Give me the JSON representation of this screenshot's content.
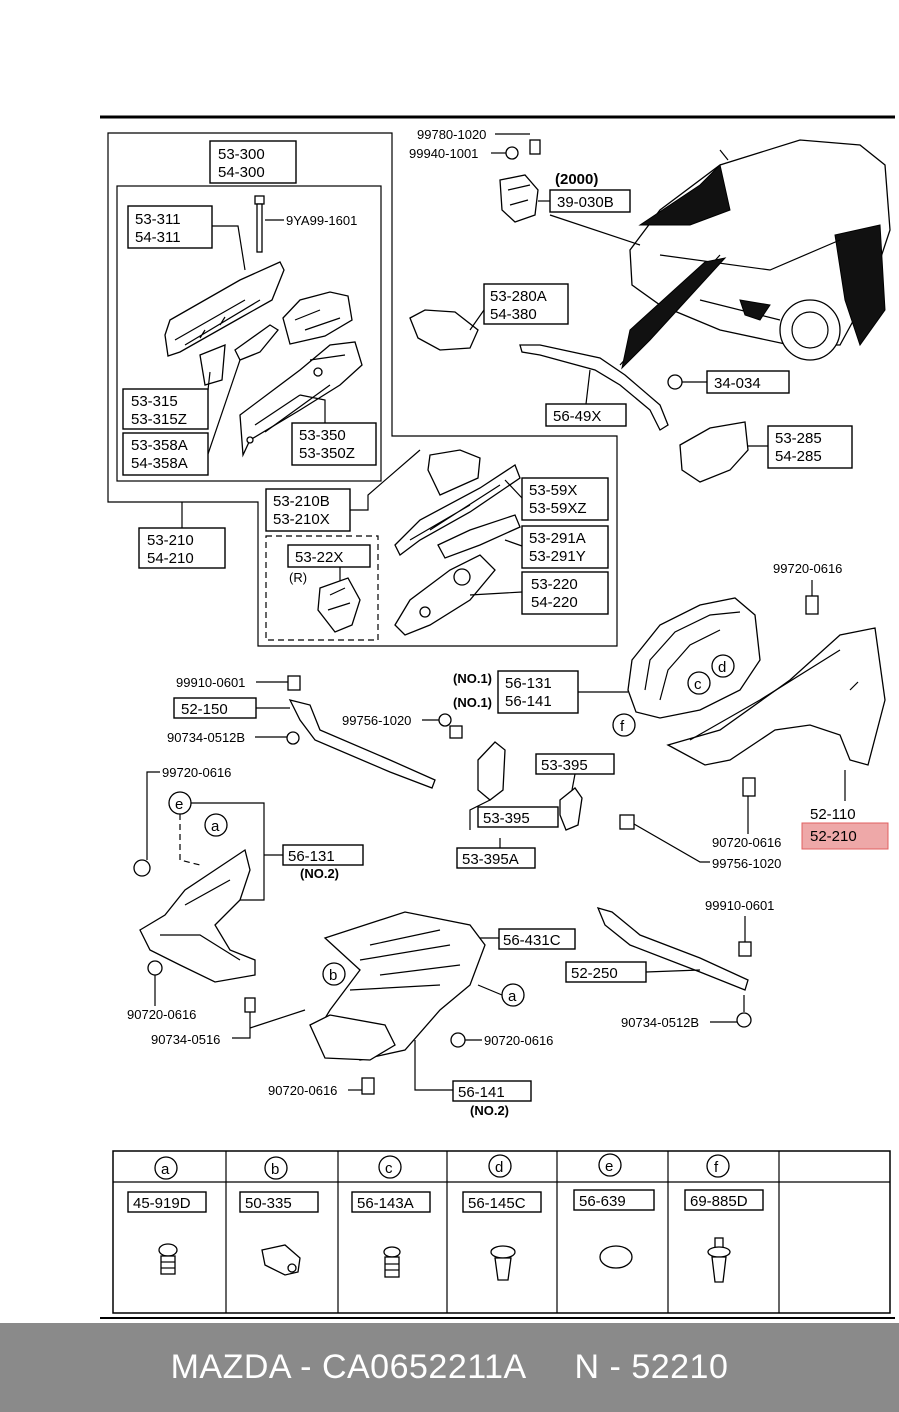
{
  "labels": {
    "p53_300": "53-300",
    "p54_300": "54-300",
    "p53_311": "53-311",
    "p54_311": "54-311",
    "p9ya99": "9YA99-1601",
    "p53_315": "53-315",
    "p53_315z": "53-315Z",
    "p53_358a": "53-358A",
    "p54_358a": "54-358A",
    "p53_350": "53-350",
    "p53_350z": "53-350Z",
    "p53_210b": "53-210B",
    "p53_210x": "53-210X",
    "p53_22x": "53-22X",
    "r_mark": "(R)",
    "p53_210": "53-210",
    "p54_210": "54-210",
    "p53_59x": "53-59X",
    "p53_59xz": "53-59XZ",
    "p53_291a": "53-291A",
    "p53_291y": "53-291Y",
    "p53_220": "53-220",
    "p54_220": "54-220",
    "b99780": "99780-1020",
    "b99940": "99940-1001",
    "year2000": "(2000)",
    "p39_030b": "39-030B",
    "p53_280a": "53-280A",
    "p54_380": "54-380",
    "p56_49x": "56-49X",
    "p34_034": "34-034",
    "p53_285": "53-285",
    "p54_285": "54-285",
    "b99720_0616a": "99720-0616",
    "no1a": "(NO.1)",
    "no1b": "(NO.1)",
    "p56_131a": "56-131",
    "p56_141a": "56-141",
    "p52_110": "52-110",
    "p52_210": "52-210",
    "b90720_0616a": "90720-0616",
    "b99756_1020b": "99756-1020",
    "b99910_0601a": "99910-0601",
    "p52_150": "52-150",
    "b90734_0512ba": "90734-0512B",
    "b99756_1020a": "99756-1020",
    "p53_395a": "53-395",
    "p53_395b": "53-395",
    "p53_395a2": "53-395A",
    "b99720_0616b": "99720-0616",
    "p56_131b": "56-131",
    "no2a": "(NO.2)",
    "p56_431c": "56-431C",
    "b90720_0616b": "90720-0616",
    "b90734_0516": "90734-0516",
    "b90720_0616c": "90720-0616",
    "b90720_0616d": "90720-0616",
    "p56_141b": "56-141",
    "no2b": "(NO.2)",
    "b99910_0601b": "99910-0601",
    "p52_250": "52-250",
    "b90734_0512bb": "90734-0512B"
  },
  "callouts": {
    "a": "a",
    "b": "b",
    "c": "c",
    "d": "d",
    "e": "e",
    "f": "f"
  },
  "legend": [
    {
      "letter": "a",
      "part": "45-919D",
      "icon": "push-clip-icon"
    },
    {
      "letter": "b",
      "part": "50-335",
      "icon": "nut-clip-icon"
    },
    {
      "letter": "c",
      "part": "56-143A",
      "icon": "push-clip-icon"
    },
    {
      "letter": "d",
      "part": "56-145C",
      "icon": "rivet-clip-icon"
    },
    {
      "letter": "e",
      "part": "56-639",
      "icon": "plug-cap-icon"
    },
    {
      "letter": "f",
      "part": "69-885D",
      "icon": "screw-grommet-icon"
    }
  ],
  "highlight_color": "#e06060",
  "footer": {
    "text": "MAZDA - CA0652211A     N - 52210"
  }
}
